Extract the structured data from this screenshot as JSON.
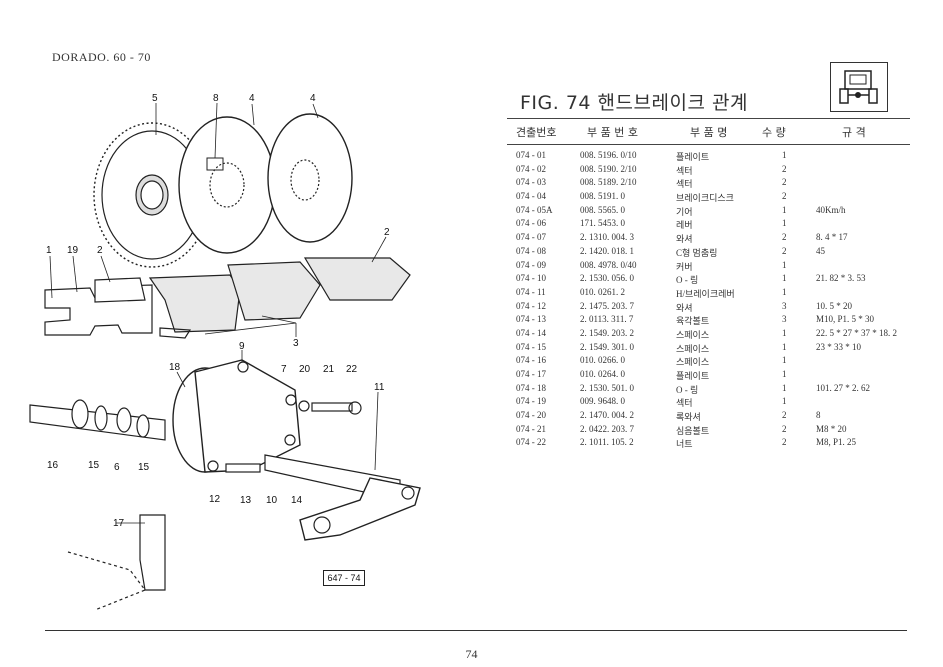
{
  "header": {
    "model": "DORADO. 60 - 70",
    "title": "FIG. 74 핸드브레이크 관계"
  },
  "table": {
    "columns": [
      "견출번호",
      "부 품 번 호",
      "부 품 명",
      "수 량",
      "규 격"
    ],
    "rows": [
      {
        "ref": "074 - 01",
        "part": "008. 5196. 0/10",
        "name": "플레이트",
        "qty": "1",
        "spec": ""
      },
      {
        "ref": "074 - 02",
        "part": "008. 5190. 2/10",
        "name": "섹터",
        "qty": "2",
        "spec": ""
      },
      {
        "ref": "074 - 03",
        "part": "008. 5189. 2/10",
        "name": "섹터",
        "qty": "2",
        "spec": ""
      },
      {
        "ref": "074 - 04",
        "part": "008. 5191. 0",
        "name": "브레이크디스크",
        "qty": "2",
        "spec": ""
      },
      {
        "ref": "074 - 05A",
        "part": "008. 5565. 0",
        "name": "기어",
        "qty": "1",
        "spec": "40Km/h"
      },
      {
        "ref": "074 - 06",
        "part": "171. 5453. 0",
        "name": "레버",
        "qty": "1",
        "spec": ""
      },
      {
        "ref": "074 - 07",
        "part": "2. 1310. 004. 3",
        "name": "와셔",
        "qty": "2",
        "spec": "8. 4 * 17"
      },
      {
        "ref": "074 - 08",
        "part": "2. 1420. 018. 1",
        "name": "C형 멈춤링",
        "qty": "2",
        "spec": "45"
      },
      {
        "ref": "074 - 09",
        "part": "008. 4978. 0/40",
        "name": "커버",
        "qty": "1",
        "spec": ""
      },
      {
        "ref": "074 - 10",
        "part": "2. 1530. 056. 0",
        "name": "O - 링",
        "qty": "1",
        "spec": "21. 82 * 3. 53"
      },
      {
        "ref": "074 - 11",
        "part": "010. 0261. 2",
        "name": "H/브레이크레버",
        "qty": "1",
        "spec": ""
      },
      {
        "ref": "074 - 12",
        "part": "2. 1475. 203. 7",
        "name": "와셔",
        "qty": "3",
        "spec": "10. 5 * 20"
      },
      {
        "ref": "074 - 13",
        "part": "2. 0113. 311. 7",
        "name": "육각볼트",
        "qty": "3",
        "spec": "M10, P1. 5 * 30"
      },
      {
        "ref": "074 - 14",
        "part": "2. 1549. 203. 2",
        "name": "스페이스",
        "qty": "1",
        "spec": "22. 5 * 27 * 37 * 18. 2"
      },
      {
        "ref": "074 - 15",
        "part": "2. 1549. 301. 0",
        "name": "스페이스",
        "qty": "1",
        "spec": "23 * 33 * 10"
      },
      {
        "ref": "074 - 16",
        "part": "010. 0266. 0",
        "name": "스페이스",
        "qty": "1",
        "spec": ""
      },
      {
        "ref": "074 - 17",
        "part": "010. 0264. 0",
        "name": "플레이트",
        "qty": "1",
        "spec": ""
      },
      {
        "ref": "074 - 18",
        "part": "2. 1530. 501. 0",
        "name": "O - 링",
        "qty": "1",
        "spec": "101. 27 * 2. 62"
      },
      {
        "ref": "074 - 19",
        "part": "009. 9648. 0",
        "name": "섹터",
        "qty": "1",
        "spec": ""
      },
      {
        "ref": "074 - 20",
        "part": "2. 1470. 004. 2",
        "name": "록와셔",
        "qty": "2",
        "spec": "8"
      },
      {
        "ref": "074 - 21",
        "part": "2. 0422. 203. 7",
        "name": "심음볼트",
        "qty": "2",
        "spec": "M8 * 20"
      },
      {
        "ref": "074 - 22",
        "part": "2. 1011. 105. 2",
        "name": "너트",
        "qty": "2",
        "spec": "M8, P1. 25"
      }
    ]
  },
  "diagram": {
    "callouts": [
      "5",
      "8",
      "4",
      "4",
      "1",
      "19",
      "2",
      "2",
      "3",
      "18",
      "9",
      "7",
      "20",
      "21",
      "22",
      "11",
      "16",
      "15",
      "6",
      "15",
      "12",
      "13",
      "10",
      "14",
      "17"
    ],
    "reference": "647 - 74"
  },
  "footer": {
    "page": "74"
  }
}
